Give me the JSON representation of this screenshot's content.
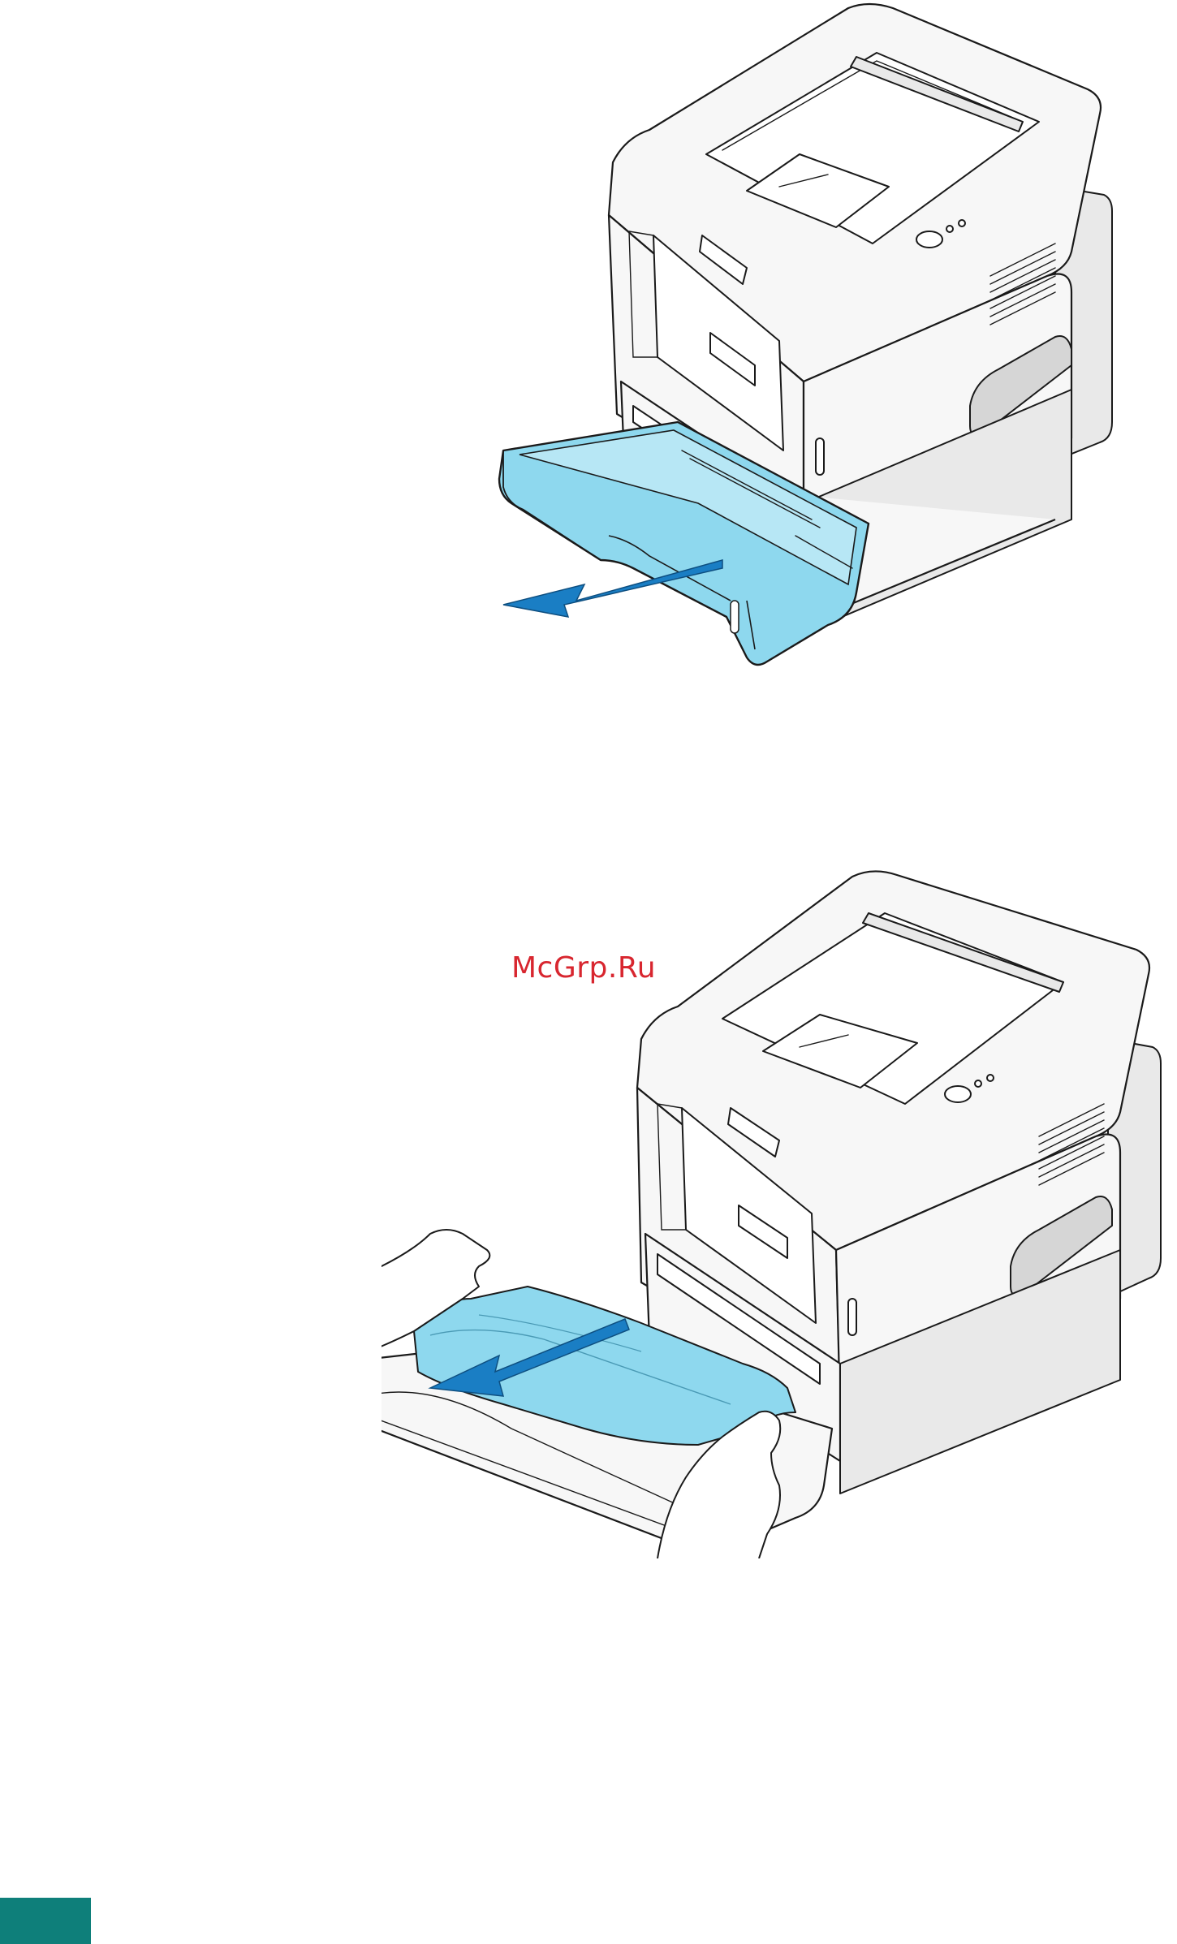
{
  "watermark": {
    "text": "McGrp.Ru",
    "color": "#d8262f"
  },
  "figures": [
    {
      "step": "pull-out-tray",
      "highlight_color": "#7fd3ea",
      "arrow_color": "#1a7ec4"
    },
    {
      "step": "remove-jammed-paper",
      "highlight_color": "#7fd3ea",
      "arrow_color": "#1a7ec4"
    }
  ],
  "page_tab": {
    "color": "#0e7f7a"
  }
}
